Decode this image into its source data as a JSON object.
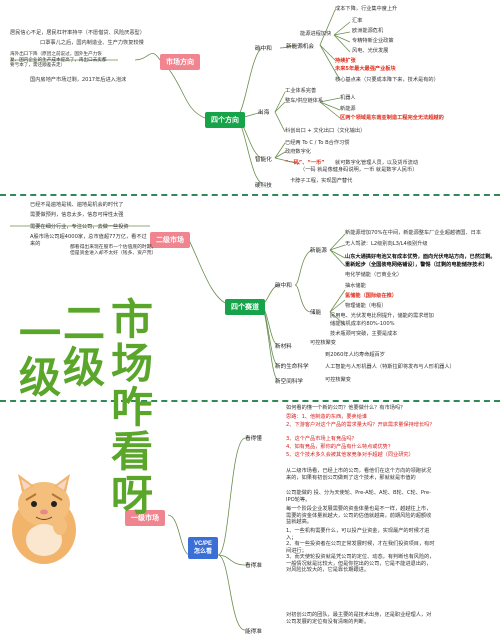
{
  "section1": {
    "root": "市场方向",
    "left_notes": [
      "居民信心不足，居民杠杆率持平（不愿借贷、风险厌恶型）",
      "口罩事儿之后，国内制造业、生产力恢复较慢",
      "海外出口下降（原因之前说过，国外生产力恢复、国内企业的生产成本提高了，再出口去卖都要亏本了，需还顺差去走）",
      "国内房地产市场过剩，2017年后进入泡沫"
    ],
    "hub": "四个方向",
    "b1": {
      "label": "碳中和",
      "sub": "新能源机会",
      "items": [
        "成本下降，行业集中度上升",
        "汇率",
        "欧洲能源危机",
        "专精特新企业政策",
        "风电、光伏发展",
        "持续扩张",
        "未来5年最大最强产业板块",
        "核心基点来（只要成本降下来，技术是有的）"
      ],
      "mid": "能源进程加快"
    },
    "b2": {
      "label": "出海",
      "items": [
        "工业体系完善",
        "整车/供应链体系",
        "机器人",
        "新能源",
        "区两个领域是东南亚制造工程完全无法超越的",
        "科创出口 + 文化出口（文化输出）"
      ]
    },
    "b3": {
      "label": "智能化",
      "items": [
        "已经两 To C / To B合作习惯",
        "政府数字化",
        "“一码”、“一币”",
        "就可数字化管理人员，以及货币流动",
        "（一码 就是像健身码说明，一币 就是数字人民币）"
      ]
    },
    "b4": {
      "label": "硬科技",
      "items": [
        "卡脖子工程，实现国产替代"
      ]
    }
  },
  "section2": {
    "root": "二级市场",
    "notes": [
      "已经不是遍地是钱、遍地是机会的时代了",
      "需要做预判，信息太多，信息可得性太强",
      "需要在细分行业，专注公司，去做一些投资",
      "A股市场公司超4000家，总市值超77万亿，看不过来的",
      "都看得出来现在股市一个估值底的时期，但是资金进入却不太好（钱多、资产荒）"
    ],
    "hub": "四个赛道",
    "carbon": {
      "label": "碳中和",
      "green": "新能源",
      "green_items": [
        "新能源增加70%在中间，新能源整车厂企业超越德国、日本",
        "无人驾驶：L2级别向L3/L4级别升级",
        "山东大通搞好电池又有成本优势，面向光伏电站方向，已然过剩。",
        "重新起步（全国装电网络铺设），警惕（过剩的电能储存技术）"
      ],
      "store": "储能",
      "store_items": [
        "电化学储能（已商业化）",
        "抽水储能",
        "氢储能（国际级在推）",
        "物理储能（电极）",
        "民用电、光伏发电比例提升，储能的需求增加",
        "储能装机成本约80%-100%",
        "技术瓶颈可突破，主要是成本"
      ]
    },
    "material": {
      "label": "新材料",
      "items": [
        "可控核聚变"
      ]
    },
    "life": {
      "label": "新的生命科学",
      "items": [
        "到2060年人均寿命超百岁",
        "人工智能与人形机器人（特斯拉即将发布与人形机器人）"
      ]
    },
    "space": {
      "label": "新空间科学",
      "items": [
        "可控核聚变"
      ]
    }
  },
  "section3": {
    "root": "一级市场",
    "hub": "VC/PE\n怎么看",
    "kan_dong": {
      "label": "看得懂",
      "items": [
        "如何看的懂一个新的公司？他要做什么？有市场吗？",
        "思路：1、他制造的东西，要卖给谁",
        "2、下游客户对这个产品的需求量大吗？开启需求量保持增长吗？",
        "3、这个产品市场上有竞品吗？",
        "4、如有竞品，那你的产品有什么特点或优势？",
        "5、这个技术多久会被其他家竞争对手超越（同业研究）"
      ],
      "summary": "从二级市场看，已经上市的公司，看他们在这个方向的领跑状况来的，如果有初创公司做到了这个技术，那就就是市值的"
    },
    "kan_zhun": {
      "label": "看得准",
      "items": [
        "公司能做的 投、分为天使轮、Pre-A轮、A轮、B轮、C轮、Pre-IPO轮等。",
        "每一个阶段企业发展需要的资金体量也是不一样，越越往上市，需要的资金体量就越大，公司的估值就越高，前期风险的超额收益就越高。",
        "1、一些机构需要什么，可以投产业资金，实现最产的时候才进入；",
        "2、有一些投资者在公司正常发展时候，才在我们投资项目，有时间进行；",
        "3、而天使轮投资就是凭公司的定位、动态，有判断也有风险的，一般情况就是比较大，但是你挖出的公司，它是不能进退出的，对风险比较大的，它是靠长期跟进。"
      ],
      "summary": "对初创公司的团队，最主要的是技术出身，还是职业经理人，对公司发展的定位有没有清晰的判断。"
    },
    "kan_chang": {
      "label": "能得准"
    }
  },
  "big_labels": [
    "一级",
    "二级",
    "市场咋看呀"
  ]
}
